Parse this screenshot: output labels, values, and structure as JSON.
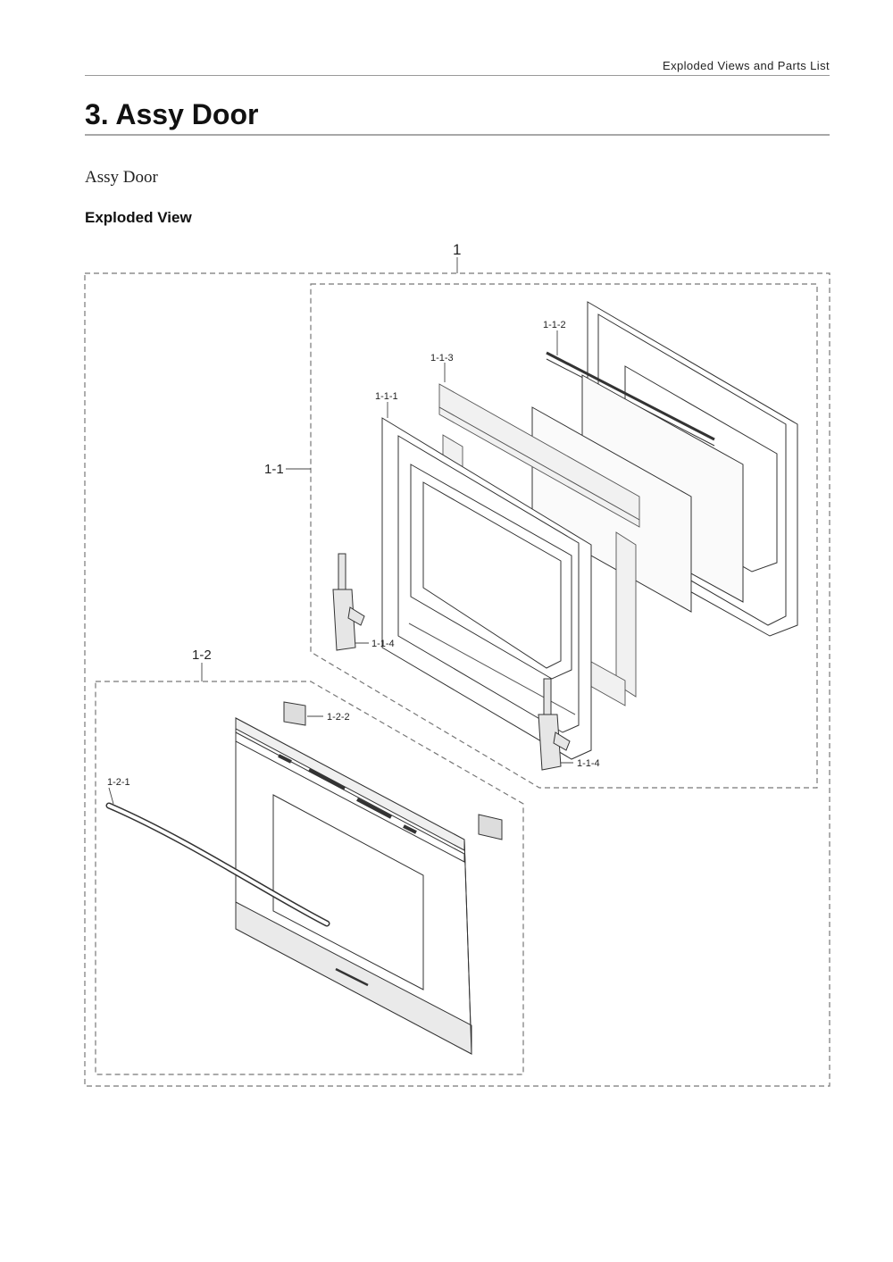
{
  "header": {
    "running_head": "Exploded Views and Parts List"
  },
  "section": {
    "title": "3.  Assy Door",
    "subtitle": "Assy Door",
    "view_heading": "Exploded View"
  },
  "diagram": {
    "labels": {
      "assy": "1",
      "sub_assy_inner": "1-1",
      "sub_assy_outer": "1-2",
      "part_1_1_1": "1-1-1",
      "part_1_1_2": "1-1-2",
      "part_1_1_3": "1-1-3",
      "part_1_1_4_left": "1-1-4",
      "part_1_1_4_right": "1-1-4",
      "part_1_2_1": "1-2-1",
      "part_1_2_2": "1-2-2"
    }
  }
}
